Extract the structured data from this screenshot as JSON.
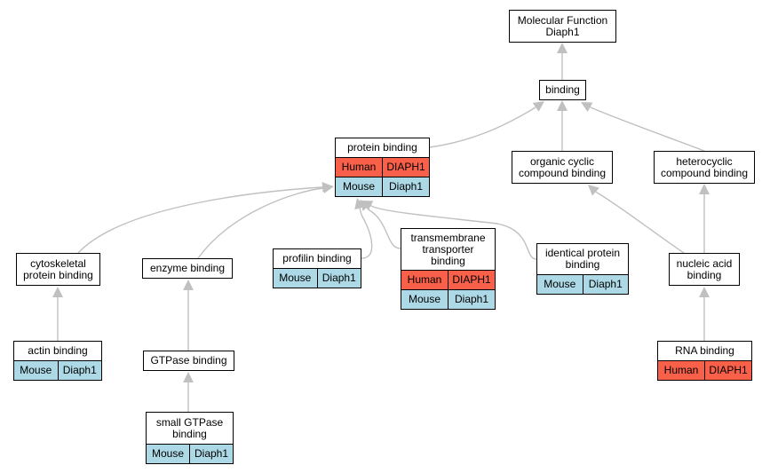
{
  "colors": {
    "human": "#f9604a",
    "mouse": "#add8e6",
    "edge": "#c0c0c0"
  },
  "nodes": {
    "root": {
      "label": "Molecular Function\nDiaph1"
    },
    "binding": {
      "label": "binding"
    },
    "protein_binding": {
      "label": "protein binding",
      "rows": [
        [
          "Human",
          "DIAPH1"
        ],
        [
          "Mouse",
          "Diaph1"
        ]
      ]
    },
    "organic_cyclic": {
      "label": "organic cyclic\ncompound binding"
    },
    "heterocyclic": {
      "label": "heterocyclic\ncompound binding"
    },
    "cytoskeletal": {
      "label": "cytoskeletal\nprotein binding"
    },
    "enzyme": {
      "label": "enzyme binding"
    },
    "profilin": {
      "label": "profilin binding",
      "rows": [
        [
          "Mouse",
          "Diaph1"
        ]
      ]
    },
    "transmembrane": {
      "label": "transmembrane\ntransporter\nbinding",
      "rows": [
        [
          "Human",
          "DIAPH1"
        ],
        [
          "Mouse",
          "Diaph1"
        ]
      ]
    },
    "identical": {
      "label": "identical protein\nbinding",
      "rows": [
        [
          "Mouse",
          "Diaph1"
        ]
      ]
    },
    "nucleic": {
      "label": "nucleic acid\nbinding"
    },
    "actin": {
      "label": "actin binding",
      "rows": [
        [
          "Mouse",
          "Diaph1"
        ]
      ]
    },
    "gtpase": {
      "label": "GTPase binding"
    },
    "small_gtpase": {
      "label": "small GTPase\nbinding",
      "rows": [
        [
          "Mouse",
          "Diaph1"
        ]
      ]
    },
    "rna": {
      "label": "RNA binding",
      "rows": [
        [
          "Human",
          "DIAPH1"
        ]
      ]
    }
  },
  "edges": [
    [
      "binding",
      "root"
    ],
    [
      "protein_binding",
      "binding"
    ],
    [
      "organic_cyclic",
      "binding"
    ],
    [
      "heterocyclic",
      "binding"
    ],
    [
      "cytoskeletal",
      "protein_binding"
    ],
    [
      "enzyme",
      "protein_binding"
    ],
    [
      "profilin",
      "protein_binding"
    ],
    [
      "transmembrane",
      "protein_binding"
    ],
    [
      "identical",
      "protein_binding"
    ],
    [
      "nucleic",
      "organic_cyclic"
    ],
    [
      "nucleic",
      "heterocyclic"
    ],
    [
      "actin",
      "cytoskeletal"
    ],
    [
      "gtpase",
      "enzyme"
    ],
    [
      "small_gtpase",
      "gtpase"
    ],
    [
      "rna",
      "nucleic"
    ]
  ]
}
